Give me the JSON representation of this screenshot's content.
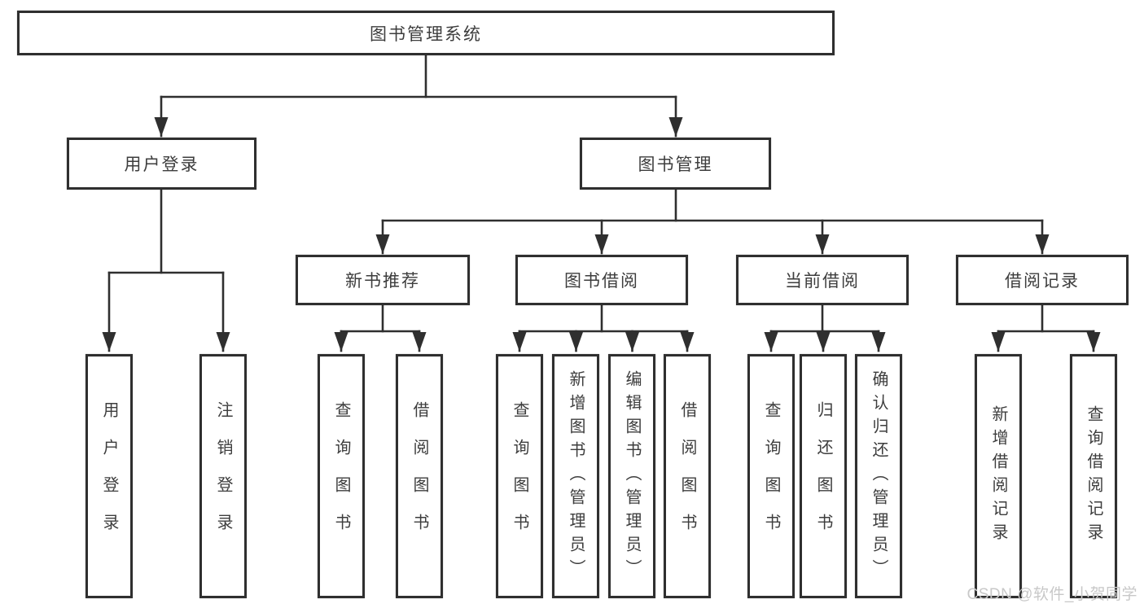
{
  "diagram": {
    "title": "图书管理系统",
    "colors": {
      "line": "#2f2f2f",
      "text": "#3d3d3d",
      "box_background": "#ffffff",
      "watermark": "#c8c8c8"
    },
    "root": {
      "label": "图书管理系统"
    },
    "level2": [
      {
        "label": "用户登录",
        "parent": "图书管理系统"
      },
      {
        "label": "图书管理",
        "parent": "图书管理系统"
      }
    ],
    "level3": [
      {
        "label": "新书推荐",
        "parent": "图书管理"
      },
      {
        "label": "图书借阅",
        "parent": "图书管理"
      },
      {
        "label": "当前借阅",
        "parent": "图书管理"
      },
      {
        "label": "借阅记录",
        "parent": "图书管理"
      }
    ],
    "leaves": [
      {
        "label": "用户登录",
        "parent": "用户登录"
      },
      {
        "label": "注销登录",
        "parent": "用户登录"
      },
      {
        "label": "查询图书",
        "parent": "新书推荐"
      },
      {
        "label": "借阅图书",
        "parent": "新书推荐"
      },
      {
        "label": "查询图书",
        "parent": "图书借阅"
      },
      {
        "label": "新增图书（管理员）",
        "parent": "图书借阅"
      },
      {
        "label": "编辑图书（管理员）",
        "parent": "图书借阅"
      },
      {
        "label": "借阅图书",
        "parent": "图书借阅"
      },
      {
        "label": "查询图书",
        "parent": "当前借阅"
      },
      {
        "label": "归还图书",
        "parent": "当前借阅"
      },
      {
        "label": "确认归还（管理员）",
        "parent": "当前借阅"
      },
      {
        "label": "新增借阅记录",
        "parent": "借阅记录"
      },
      {
        "label": "查询借阅记录",
        "parent": "借阅记录"
      }
    ]
  },
  "watermark": {
    "text": "CSDN @软件_小贺同学"
  }
}
